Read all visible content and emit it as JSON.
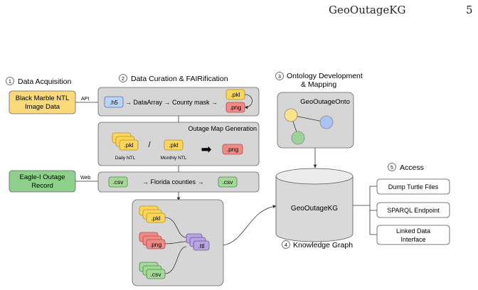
{
  "header": {
    "title": "GeoOutageKG",
    "page_number": "5"
  },
  "diagram": {
    "sections": {
      "acquisition": {
        "num": "1",
        "label": "Data Acquisition"
      },
      "curation": {
        "num": "2",
        "label": "Data Curation & FAIRification"
      },
      "ontology": {
        "num": "3",
        "label_line1": "Ontology Development",
        "label_line2": "& Mapping"
      },
      "knowledge_graph": {
        "num": "4",
        "label": "Knowledge Graph"
      },
      "access": {
        "num": "5",
        "label": "Access"
      }
    },
    "sources": {
      "black_marble": {
        "line1": "Black Marble NTL",
        "line2": "Image Data",
        "edge_label": "API"
      },
      "eagle_i": {
        "line1": "Eagle-I Outage",
        "line2": "Record",
        "edge_label": "Web"
      }
    },
    "pipeline_row1": {
      "h5": ".h5",
      "step1": "→ DataArray → County mask →",
      "pkl": ".pkl",
      "png": ".png"
    },
    "outage_map": {
      "title": "Outage Map Generation",
      "pkl": ".pkl",
      "daily_label": "Daily NTL",
      "slash": "/",
      "monthly_pkl": ".pkl",
      "monthly_label": "Monthly NTL",
      "arrow": "➡",
      "png": ".png"
    },
    "pipeline_row3": {
      "csv_in": ".csv",
      "step": "→ Florida counties →",
      "csv_out": ".csv"
    },
    "bundle": {
      "pkl": ".pkl",
      "png": ".png",
      "csv": ".csv",
      "ttl": ".ttl"
    },
    "ontology_name": "GeoOutageOnto",
    "database_label": "GeoOutageKG",
    "access_items": [
      "Dump Turtle Files",
      "SPARQL Endpoint",
      "Linked Data",
      "Interface"
    ],
    "colors": {
      "source_yellow": "#fbd97a",
      "source_green": "#8ed08b",
      "panel_gray": "#d6d6d6",
      "pkl_yellow": "#fbd65c",
      "png_red": "#f08a86",
      "csv_green": "#a6d89a",
      "h5_blue": "#bcd4f4",
      "ttl_purple": "#b8a4e0",
      "node_yellow": "#fbe38a",
      "node_blue": "#a9c4f2",
      "node_green": "#9bd39a"
    }
  }
}
